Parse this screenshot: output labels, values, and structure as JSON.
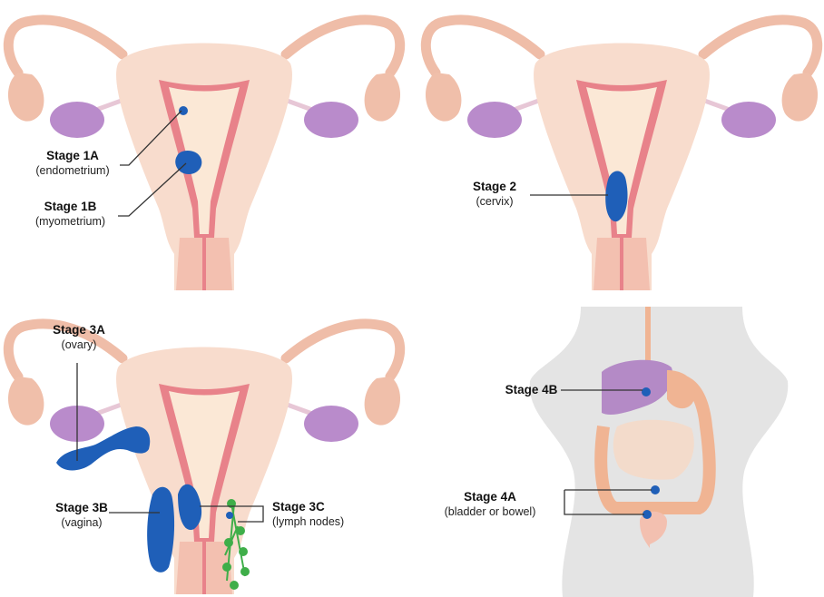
{
  "panels": [
    {
      "labels": [
        {
          "title": "Stage 1A",
          "sub": "(endometrium)"
        },
        {
          "title": "Stage 1B",
          "sub": "(myometrium)"
        }
      ]
    },
    {
      "labels": [
        {
          "title": "Stage 2",
          "sub": "(cervix)"
        }
      ]
    },
    {
      "labels": [
        {
          "title": "Stage 3A",
          "sub": "(ovary)"
        },
        {
          "title": "Stage 3B",
          "sub": "(vagina)"
        },
        {
          "title": "Stage 3C",
          "sub": "(lymph nodes)"
        }
      ]
    },
    {
      "labels": [
        {
          "title": "Stage 4B"
        },
        {
          "title": "Stage 4A",
          "sub": "(bladder or bowel)"
        }
      ]
    }
  ],
  "colors": {
    "tube": "#f2c6b4",
    "uterus_body": "#f8dccd",
    "lining": "#e8828a",
    "cavity": "#fbe8d6",
    "ovary": "#b98bcb",
    "tumour": "#1f5fb8",
    "lymph": "#3fae49",
    "body_silhouette": "#e4e4e4",
    "liver": "#b48ac6",
    "bowel": "#f0b493"
  }
}
